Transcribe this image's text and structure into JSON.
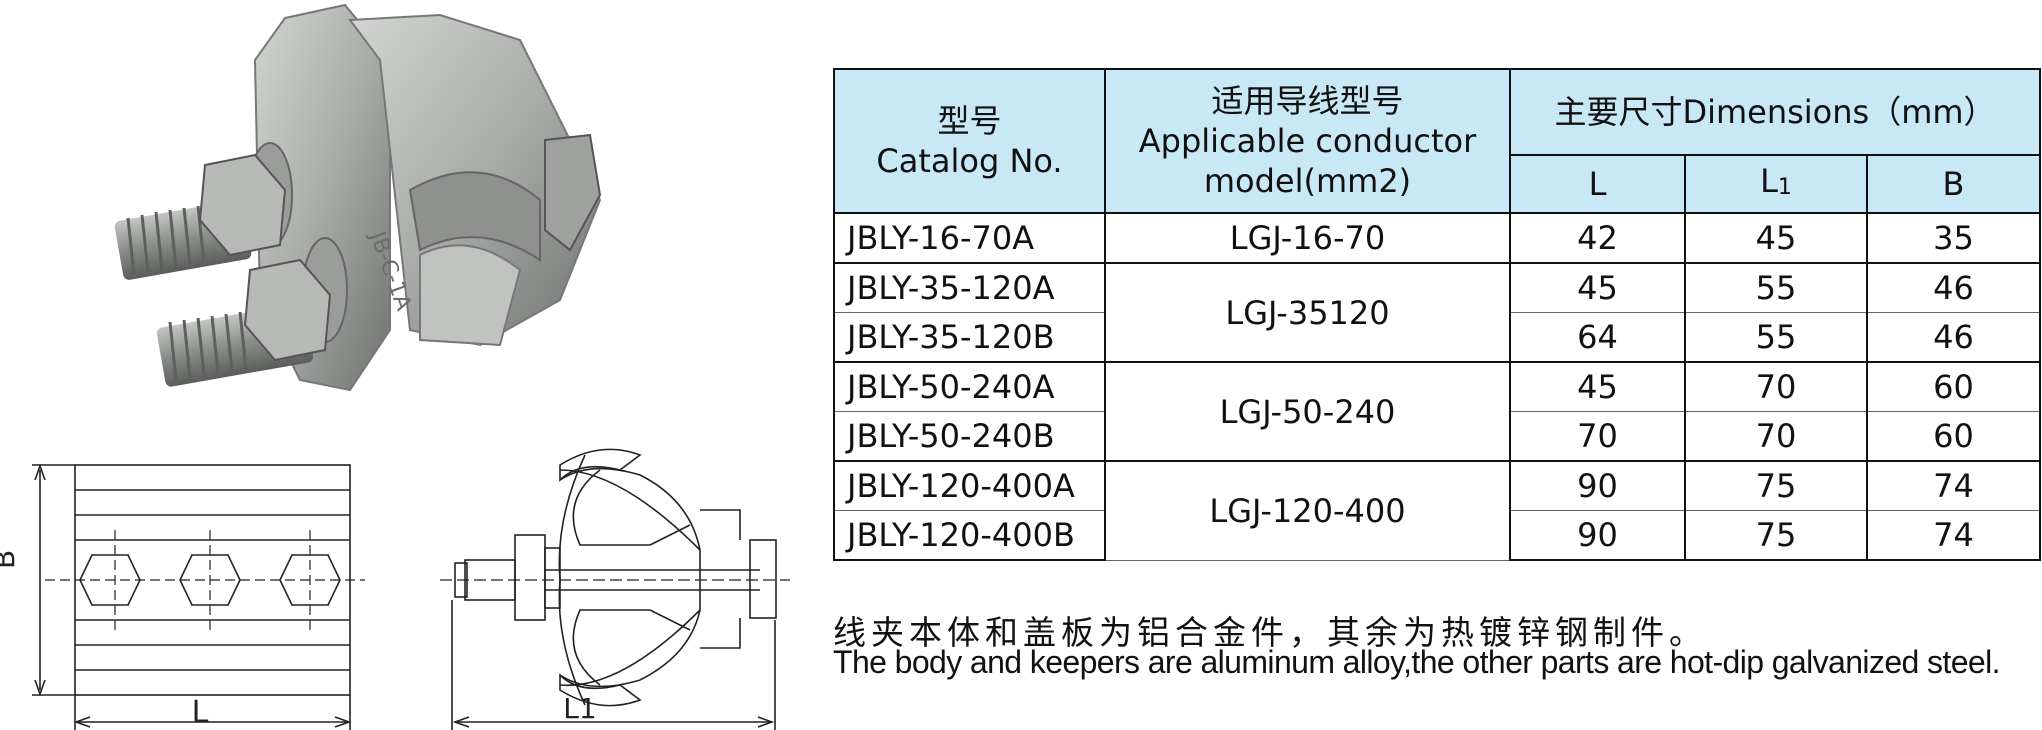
{
  "table": {
    "header": {
      "catalog_cn": "型号",
      "catalog_en": "Catalog No.",
      "conductor_cn": "适用导线型号",
      "conductor_en_1": "Applicable conductor",
      "conductor_en_2": "model(mm2)",
      "dimensions": "主要尺寸Dimensions（mm）",
      "col_L": "L",
      "col_L1_main": "L",
      "col_L1_sub": "1",
      "col_B": "B"
    },
    "rows": [
      {
        "catalog": "JBLY-16-70A",
        "L": "42",
        "L1": "45",
        "B": "35"
      },
      {
        "catalog": "JBLY-35-120A",
        "L": "45",
        "L1": "55",
        "B": "46"
      },
      {
        "catalog": "JBLY-35-120B",
        "L": "64",
        "L1": "55",
        "B": "46"
      },
      {
        "catalog": "JBLY-50-240A",
        "L": "45",
        "L1": "70",
        "B": "60"
      },
      {
        "catalog": "JBLY-50-240B",
        "L": "70",
        "L1": "70",
        "B": "60"
      },
      {
        "catalog": "JBLY-120-400A",
        "L": "90",
        "L1": "75",
        "B": "74"
      },
      {
        "catalog": "JBLY-120-400B",
        "L": "90",
        "L1": "75",
        "B": "74"
      }
    ],
    "conductors": [
      "LGJ-16-70",
      "LGJ-35120",
      "LGJ-50-240",
      "LGJ-120-400"
    ]
  },
  "drawing": {
    "label_B": "B",
    "label_L": "L",
    "label_L1": "L1"
  },
  "notes": {
    "cn": "线夹本体和盖板为铝合金件，其余为热镀锌钢制件。",
    "en": "The body and keepers are aluminum alloy,the other parts are hot-dip galvanized steel."
  },
  "colors": {
    "header_bg": "#c9e8f6",
    "metal": "#a7aaa6"
  }
}
